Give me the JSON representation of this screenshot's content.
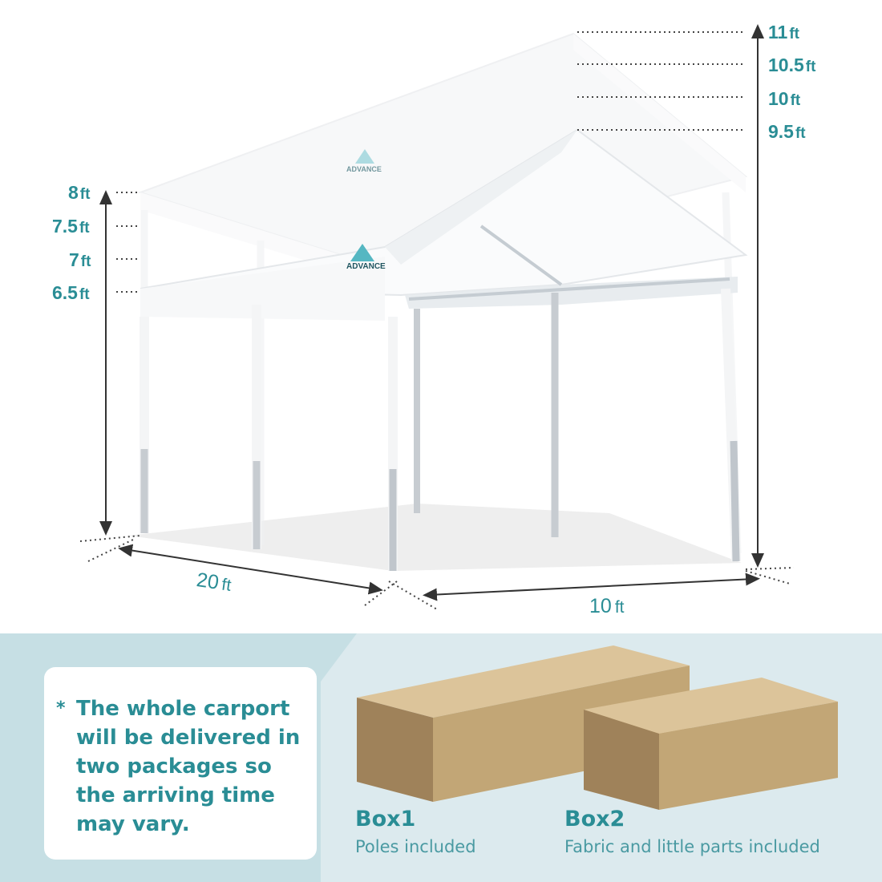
{
  "brand": "ADVANCE",
  "heights_left": [
    {
      "value": "8",
      "unit": "ft"
    },
    {
      "value": "7.5",
      "unit": "ft"
    },
    {
      "value": "7",
      "unit": "ft"
    },
    {
      "value": "6.5",
      "unit": "ft"
    }
  ],
  "heights_right": [
    {
      "value": "11",
      "unit": "ft"
    },
    {
      "value": "10.5",
      "unit": "ft"
    },
    {
      "value": "10",
      "unit": "ft"
    },
    {
      "value": "9.5",
      "unit": "ft"
    }
  ],
  "length": {
    "value": "20",
    "unit": "ft"
  },
  "width": {
    "value": "10",
    "unit": "ft"
  },
  "note": {
    "bullet": "*",
    "text": "The whole carport will be delivered in two packages so the arriving time may vary."
  },
  "boxes": [
    {
      "title": "Box1",
      "subtitle": "Poles included"
    },
    {
      "title": "Box2",
      "subtitle": "Fabric and little parts included"
    }
  ],
  "colors": {
    "accent": "#2a8d95",
    "panel": "#dceaee",
    "box_top": "#dcc49a",
    "box_front": "#c2a676",
    "box_side": "#9f825a"
  }
}
